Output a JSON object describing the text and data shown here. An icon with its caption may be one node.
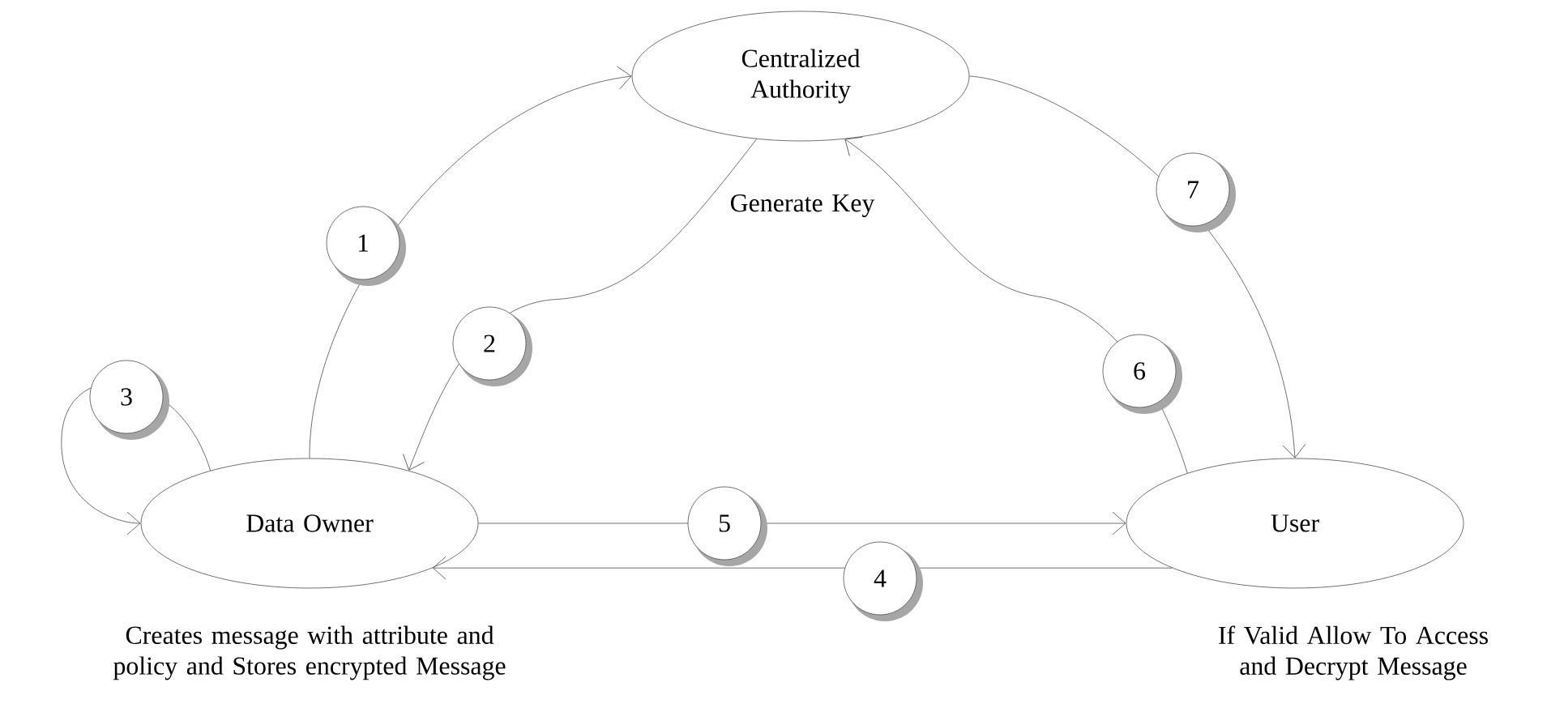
{
  "diagram": {
    "nodes": [
      {
        "text": [
          "Centralized Authority"
        ],
        "beside": [
          "Generate Key"
        ]
      },
      {
        "text": [
          "Data Owner"
        ],
        "beside": [
          "Creates message with attribute and policy and Stores encrypted Message"
        ]
      },
      {
        "text": [
          "User"
        ],
        "beside": [
          "If  Valid Allow To Access and Decrypt Message"
        ]
      }
    ],
    "edges": [
      {
        "from": 1,
        "to": 0,
        "arrow": "to",
        "label": "1"
      },
      {
        "from": 0,
        "to": 1,
        "arrow": "to",
        "label": "2"
      },
      {
        "from": 1,
        "to": 1,
        "arrow": "to",
        "label": "3"
      },
      {
        "from": 2,
        "to": 1,
        "arrow": "to",
        "label": "4"
      },
      {
        "from": 1,
        "to": 2,
        "arrow": "to",
        "label": "5"
      },
      {
        "from": 2,
        "to": 0,
        "arrow": "to",
        "label": "6"
      },
      {
        "from": 0,
        "to": 2,
        "arrow": "to",
        "label": "7"
      }
    ]
  }
}
